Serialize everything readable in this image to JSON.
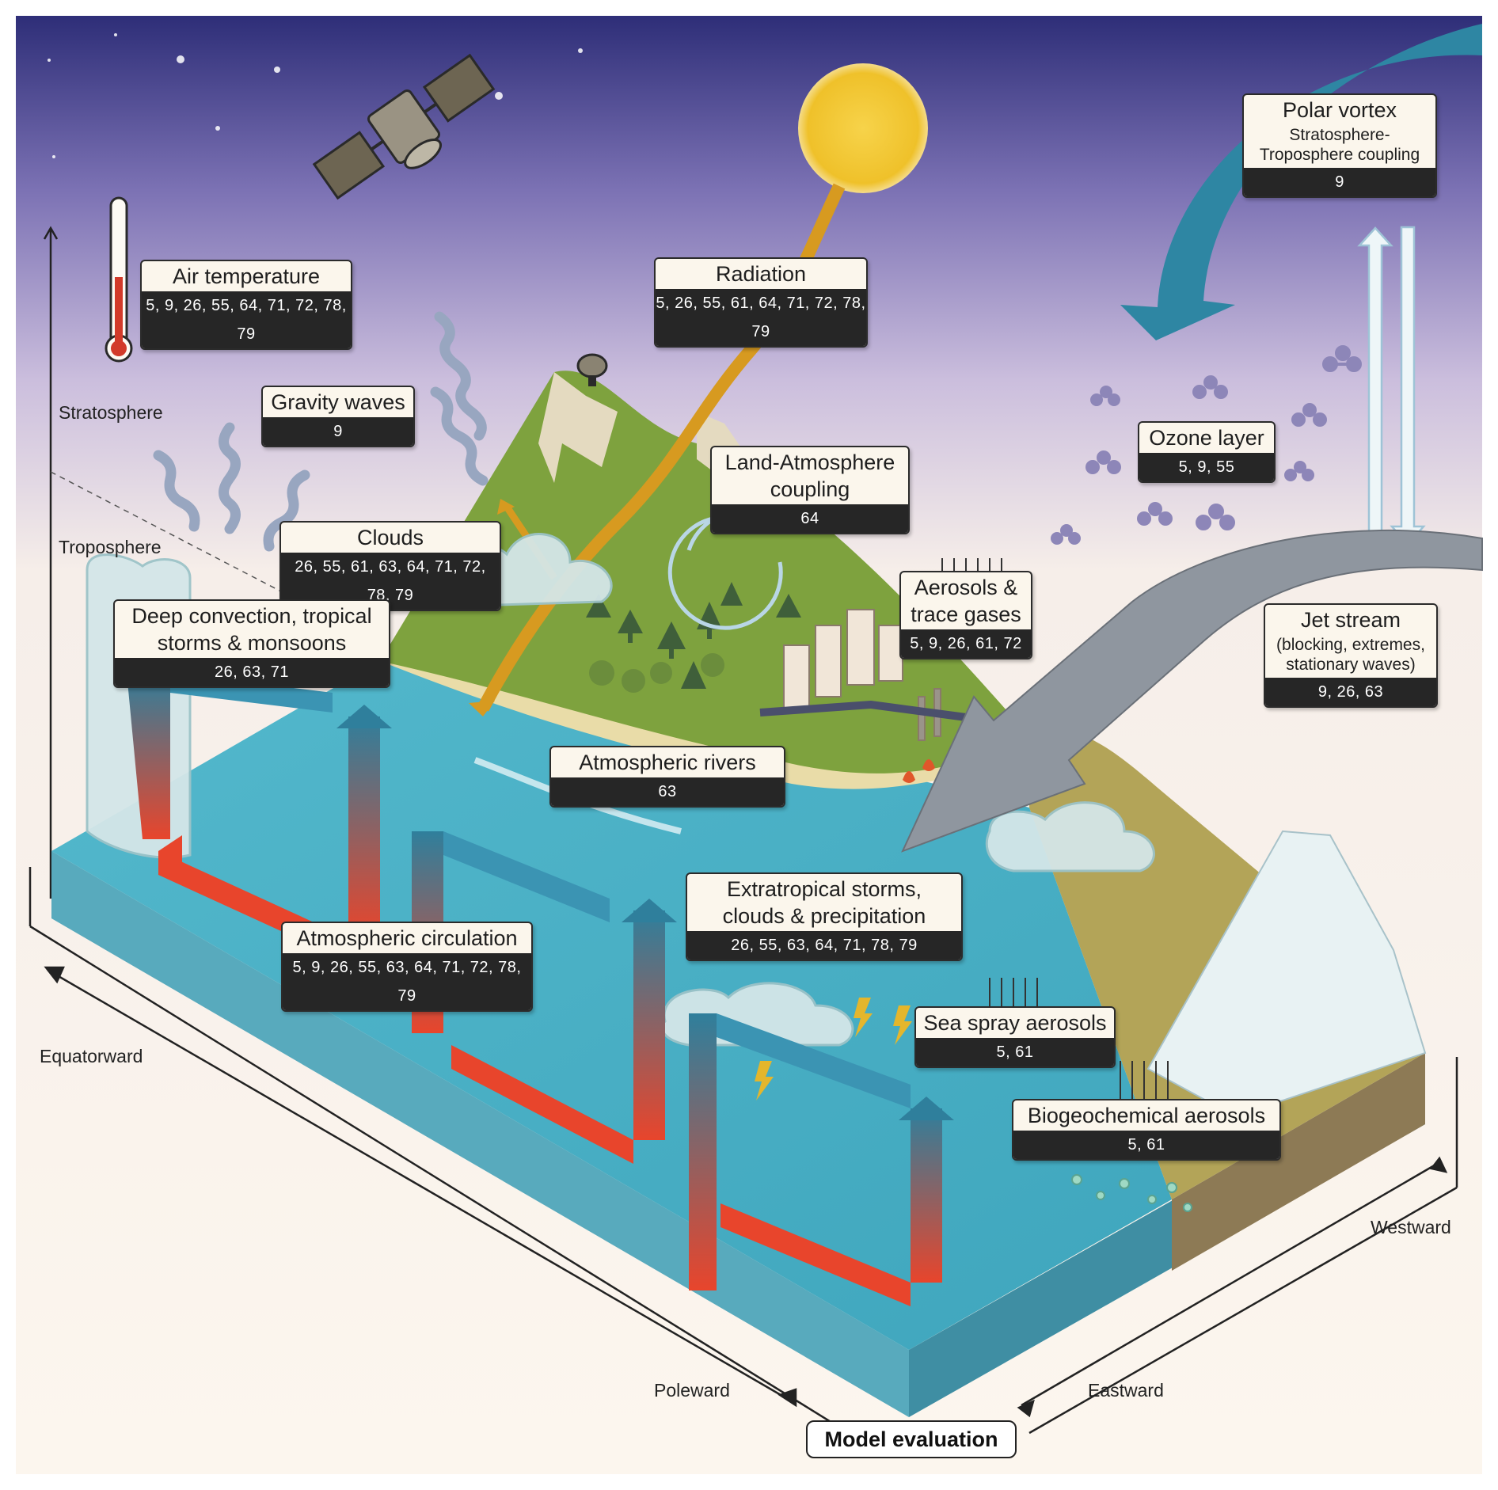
{
  "labels": {
    "polar_vortex": {
      "title": "Polar vortex",
      "subtitle": "Stratosphere-\nTroposphere coupling",
      "refs": "9"
    },
    "air_temperature": {
      "title": "Air temperature",
      "refs": "5, 9, 26, 55, 64, 71, 72, 78, 79"
    },
    "radiation": {
      "title": "Radiation",
      "refs": "5, 26, 55, 61, 64, 71, 72, 78, 79"
    },
    "gravity_waves": {
      "title": "Gravity waves",
      "refs": "9"
    },
    "ozone_layer": {
      "title": "Ozone layer",
      "refs": "5, 9, 55"
    },
    "land_atmosphere": {
      "title": "Land-Atmosphere\ncoupling",
      "refs": "64"
    },
    "clouds": {
      "title": "Clouds",
      "refs": "26, 55, 61, 63, 64, 71, 72, 78, 79"
    },
    "aerosols_trace": {
      "title": "Aerosols &\ntrace gases",
      "refs": "5, 9, 26, 61, 72"
    },
    "deep_convection": {
      "title": "Deep convection, tropical\nstorms & monsoons",
      "refs": "26, 63, 71"
    },
    "jet_stream": {
      "title": "Jet stream",
      "subtitle": "(blocking, extremes,\nstationary waves)",
      "refs": "9, 26, 63"
    },
    "atmospheric_rivers": {
      "title": "Atmospheric rivers",
      "refs": "63"
    },
    "extratropical_storms": {
      "title": "Extratropical storms,\nclouds & precipitation",
      "refs": "26, 55, 63, 64, 71, 78, 79"
    },
    "atmospheric_circulation": {
      "title": "Atmospheric circulation",
      "refs": "5, 9, 26, 55, 63, 64, 71, 72, 78, 79"
    },
    "sea_spray": {
      "title": "Sea spray aerosols",
      "refs": "5, 61"
    },
    "biogeochemical": {
      "title": "Biogeochemical aerosols",
      "refs": "5, 61"
    }
  },
  "axes": {
    "stratosphere": "Stratosphere",
    "troposphere": "Troposphere",
    "equatorward": "Equatorward",
    "poleward": "Poleward",
    "eastward": "Eastward",
    "westward": "Westward"
  },
  "footer": {
    "model_evaluation": "Model evaluation"
  },
  "colors": {
    "sky_top": "#2e2e78",
    "sky_bottom": "#fbf4ec",
    "ocean": "#4cb3c8",
    "warm_arrow": "#e2452b",
    "cool_arrow": "#2f8aa8",
    "land": "#7ea23e",
    "sun": "#f2c830",
    "label_dark": "#262626"
  }
}
